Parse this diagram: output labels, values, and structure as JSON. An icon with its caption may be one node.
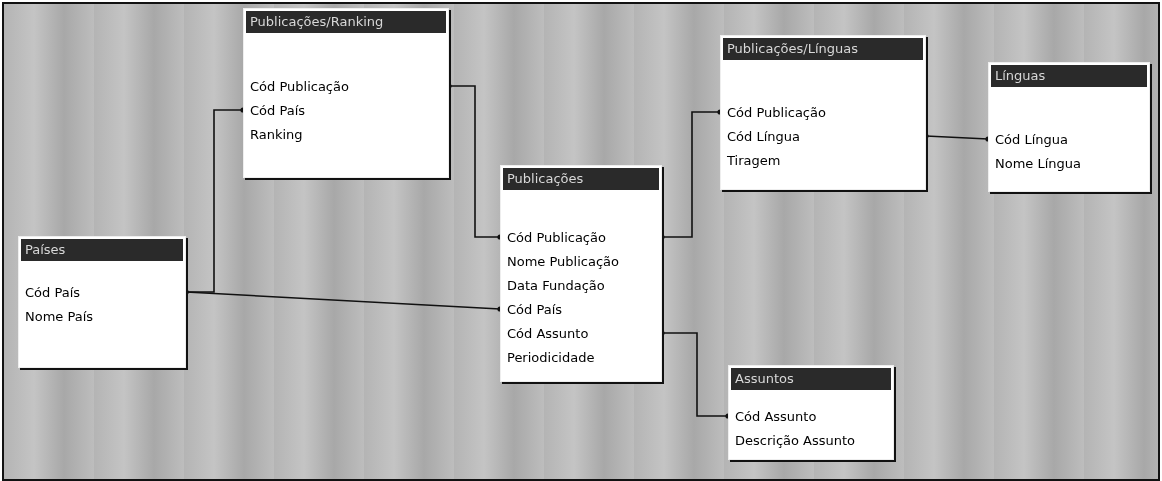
{
  "diagram": {
    "nodes": [
      {
        "text": [
          "Publicações/Ranking",
          "Cód Publicação",
          "Cód País",
          "Ranking"
        ]
      },
      {
        "text": [
          "Países",
          "Cód País",
          "Nome País"
        ]
      },
      {
        "text": [
          "Publicações",
          "Cód Publicação",
          "Nome Publicação",
          "Data Fundação",
          "Cód País",
          "Cód Assunto",
          "Periodicidade"
        ]
      },
      {
        "text": [
          "Publicações/Línguas",
          "Cód Publicação",
          "Cód Língua",
          "Tiragem"
        ]
      },
      {
        "text": [
          "Línguas",
          "Cód Língua",
          "Nome Língua"
        ]
      },
      {
        "text": [
          "Assuntos",
          "Cód Assunto",
          "Descrição Assunto"
        ]
      }
    ],
    "edges": [
      {
        "from": 1,
        "to": 0,
        "arrow": "other"
      },
      {
        "from": 1,
        "to": 2,
        "arrow": "other"
      },
      {
        "from": 0,
        "to": 2,
        "arrow": "other"
      },
      {
        "from": 2,
        "to": 3,
        "arrow": "other"
      },
      {
        "from": 3,
        "to": 4,
        "arrow": "other"
      },
      {
        "from": 2,
        "to": 5,
        "arrow": "other"
      }
    ]
  }
}
